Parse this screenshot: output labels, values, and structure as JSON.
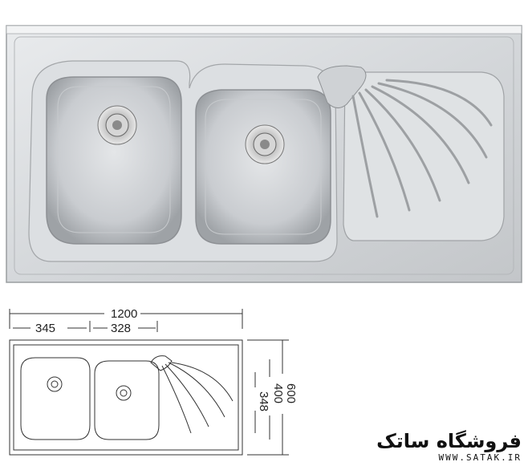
{
  "dimensions": {
    "total_width": "1200",
    "bowl_left": "345",
    "bowl_right": "328",
    "depth_total": "600",
    "depth_inner": "400",
    "depth_bowl": "348"
  },
  "brand": {
    "name": "فروشگاه ساتک",
    "url": "WWW.SATAK.IR"
  }
}
